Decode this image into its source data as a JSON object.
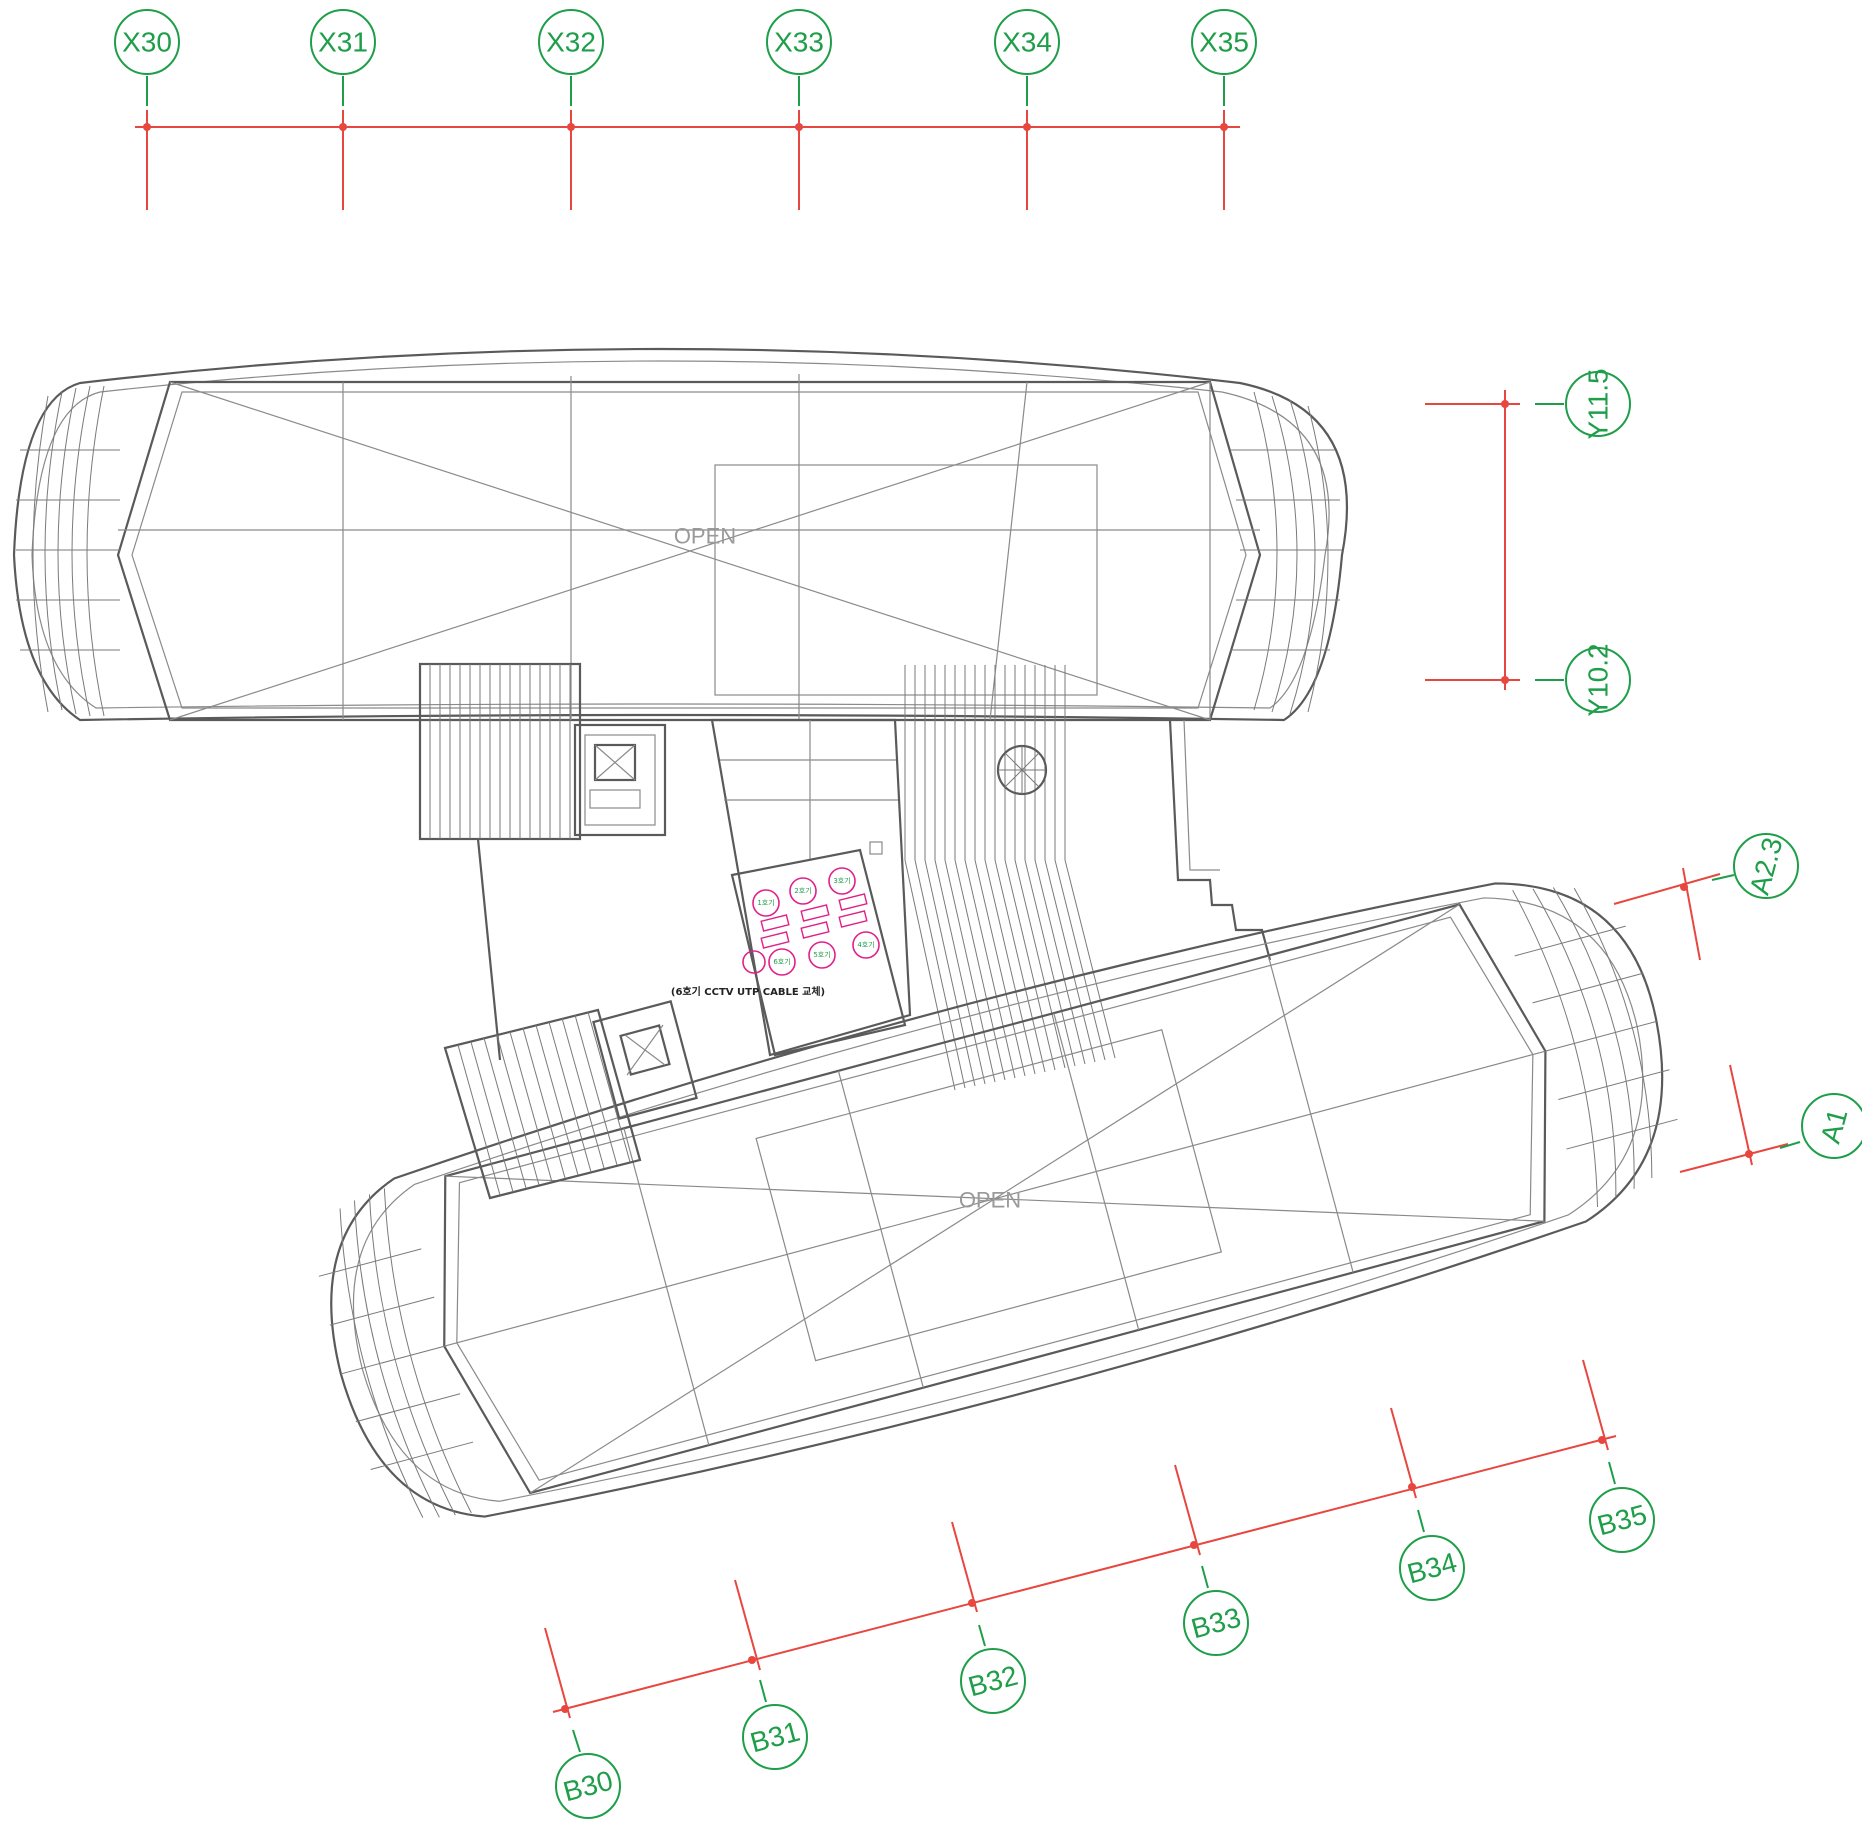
{
  "plan": {
    "grid_x_labels": [
      "X30",
      "X31",
      "X32",
      "X33",
      "X34",
      "X35"
    ],
    "grid_y_labels": [
      "Y11.5",
      "Y10.2"
    ],
    "grid_a_labels": [
      "A2.3",
      "A1"
    ],
    "grid_b_labels": [
      "B30",
      "B31",
      "B32",
      "B33",
      "B34",
      "B35"
    ],
    "upper_open_label": "OPEN",
    "lower_open_label": "OPEN",
    "cctv_note": "(6호기 CCTV UTP CABLE 교체)",
    "cameras": [
      "1호기",
      "2호기",
      "3호기",
      "4호기",
      "5호기",
      "6호기"
    ],
    "colors": {
      "grid": "#e8473f",
      "bubble": "#1f9e4a",
      "linework": "#5a5a5a",
      "camera": "#e0218a"
    }
  }
}
